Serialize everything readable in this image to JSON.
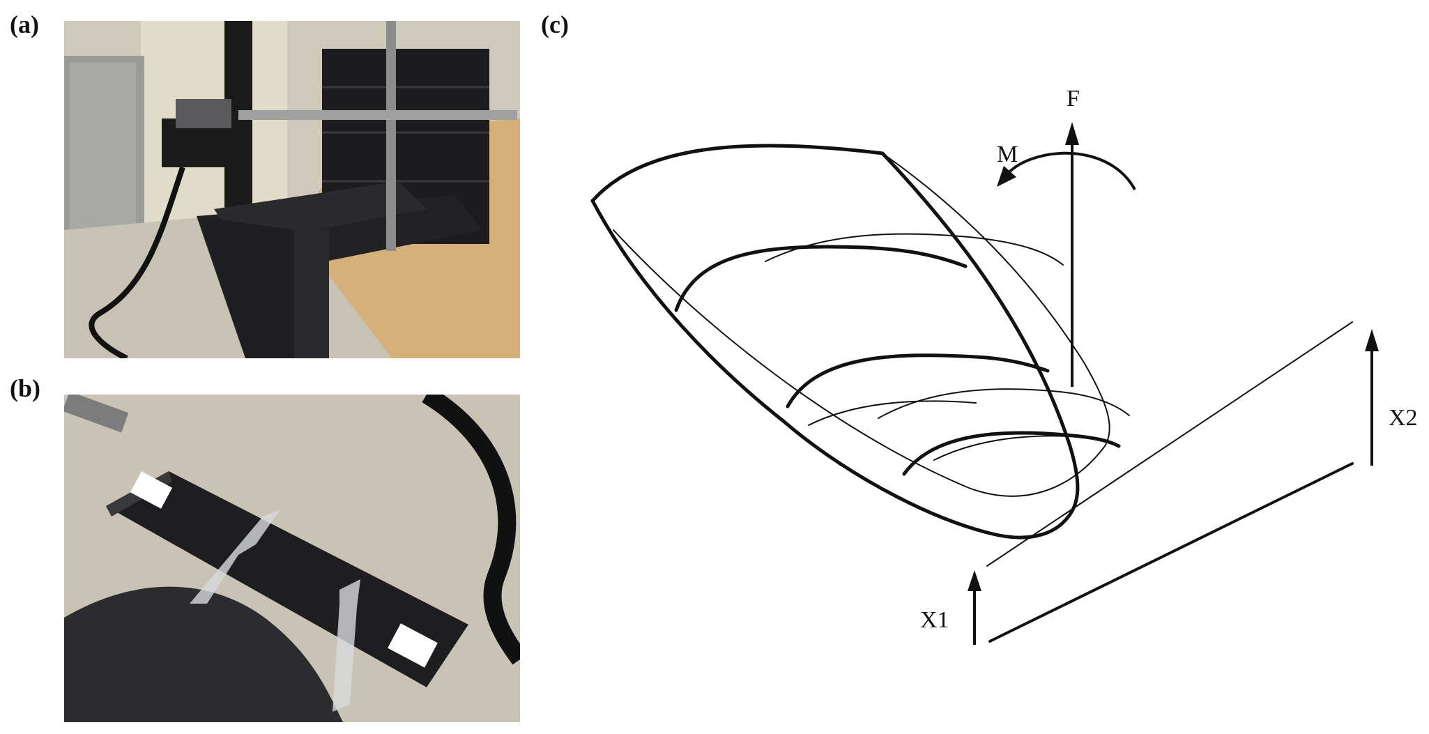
{
  "panels": {
    "a": {
      "label": "(a)"
    },
    "b": {
      "label": "(b)"
    },
    "c": {
      "label": "(c)"
    }
  },
  "diagram": {
    "force_label": "F",
    "moment_label": "M",
    "x1_label": "X1",
    "x2_label": "X2"
  },
  "colors": {
    "ink": "#111111",
    "photo_floor": "#c9c3b6",
    "photo_block": "#1c1c1e",
    "photo_table": "#d6b07a"
  }
}
